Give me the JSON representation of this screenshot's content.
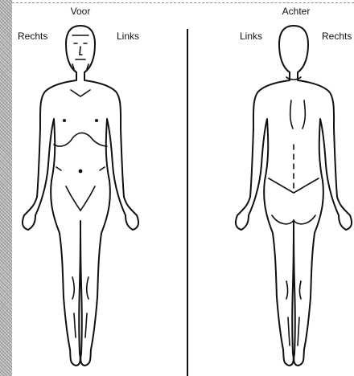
{
  "front": {
    "title": "Voor",
    "label_left": "Rechts",
    "label_right": "Links"
  },
  "back": {
    "title": "Achter",
    "label_left": "Links",
    "label_right": "Rechts"
  },
  "colors": {
    "ink": "#111111",
    "background": "#ffffff",
    "scan_edge": "#bdbdbd"
  }
}
